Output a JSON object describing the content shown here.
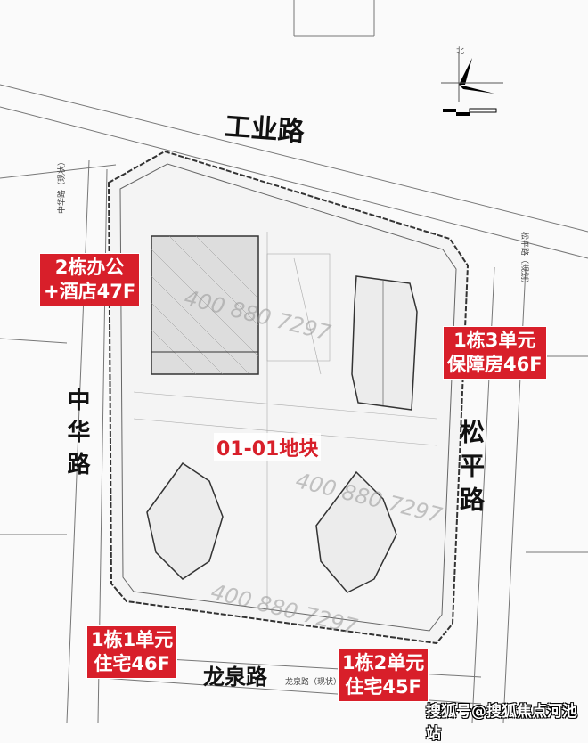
{
  "roads": {
    "north": "工业路",
    "west": "中华路",
    "east": "松平路",
    "south": "龙泉路",
    "west_note": "中华路（现状）",
    "east_note": "松平路（规划）",
    "south_note": "龙泉路（现状）"
  },
  "plot_label": "01-01地块",
  "buildings": [
    {
      "line1": "2栋办公",
      "line2": "+酒店47F"
    },
    {
      "line1": "1栋3单元",
      "line2": "保障房46F"
    },
    {
      "line1": "1栋1单元",
      "line2": "住宅46F"
    },
    {
      "line1": "1栋2单元",
      "line2": "住宅45F"
    }
  ],
  "phone_watermark": "400 880 7297",
  "source_watermark": "搜狐号@搜狐焦点河池站",
  "compass_label": "北",
  "colors": {
    "label_bg": "#d81f2a",
    "line": "#555555"
  }
}
